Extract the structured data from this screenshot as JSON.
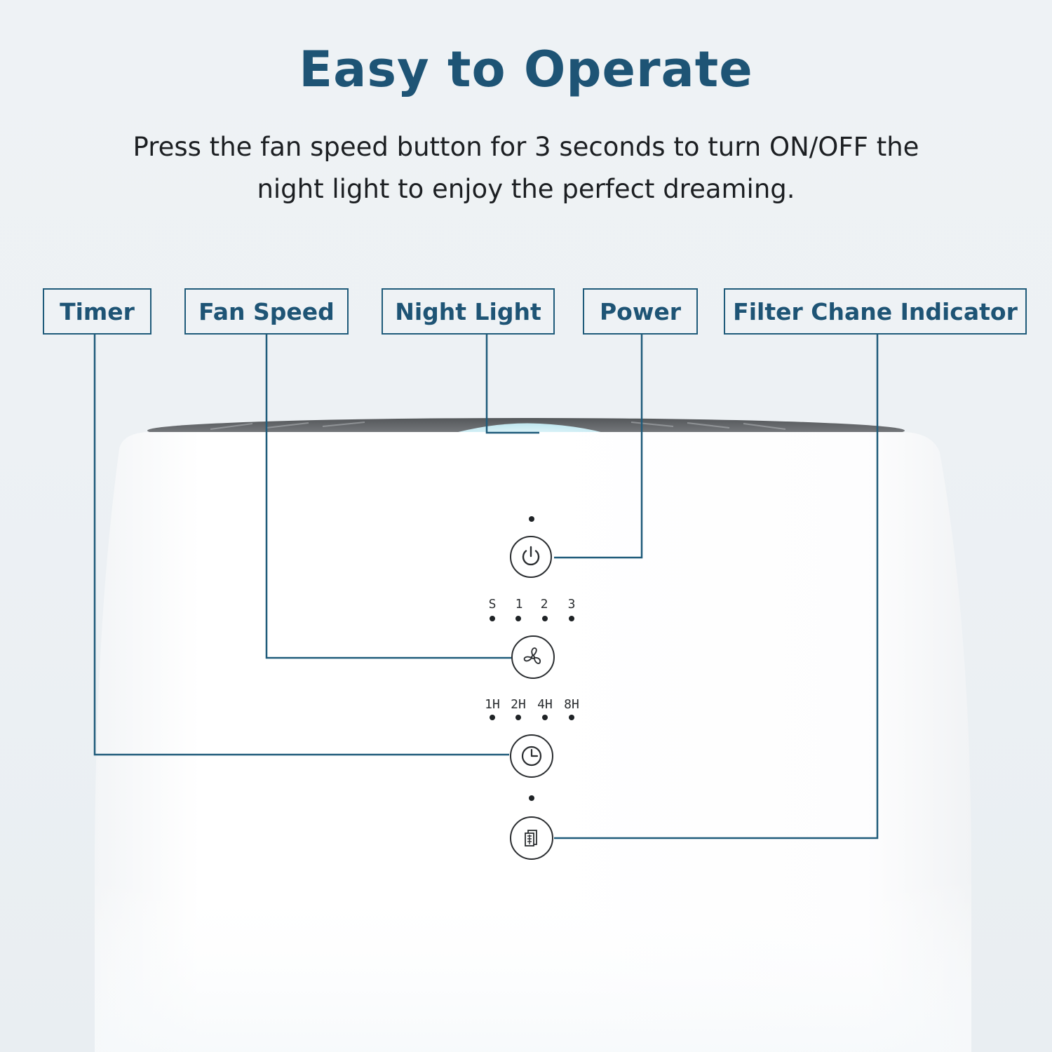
{
  "title": "Easy to Operate",
  "subtitle": {
    "line1": "Press the fan speed button for 3 seconds to turn ON/OFF the",
    "line2": "night light to enjoy the perfect dreaming."
  },
  "labels": {
    "timer": "Timer",
    "fan_speed": "Fan Speed",
    "night_light": "Night Light",
    "power": "Power",
    "filter_indicator": "Filter Chane Indicator"
  },
  "fan_speed_levels": [
    "S",
    "1",
    "2",
    "3"
  ],
  "timer_levels": [
    "1H",
    "2H",
    "4H",
    "8H"
  ],
  "colors": {
    "accent": "#1e5475",
    "leader_line": "#1f5b7a",
    "text": "#1c1f22",
    "night_light_glow": "#cfeef5"
  },
  "icons": {
    "power": "power-icon",
    "fan": "fan-icon",
    "timer": "clock-icon",
    "filter": "filter-icon"
  }
}
